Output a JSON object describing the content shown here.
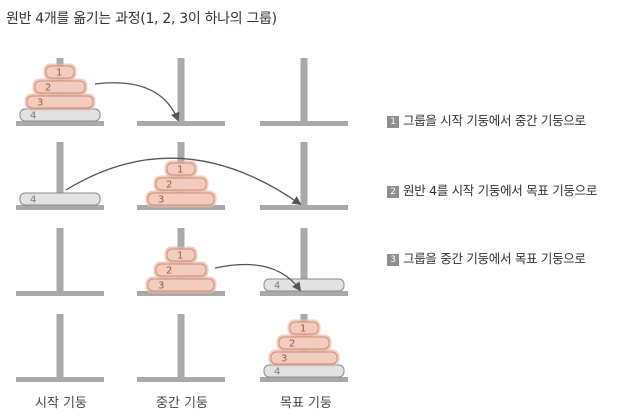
{
  "title": "원반 4개를 옮기는 과정(1, 2, 3이 하나의 그룹)",
  "columns": [
    "시작 기둥",
    "중간 기둥",
    "목표 기둥"
  ],
  "steps": [
    {
      "num": "1",
      "text": "그룹을 시작 기둥에서 중간 기둥으로"
    },
    {
      "num": "2",
      "text": "원반 4를 시작 기둥에서 목표 기둥으로"
    },
    {
      "num": "3",
      "text": "그룹을 중간 기둥에서 목표 기둥으로"
    }
  ],
  "disk_labels": [
    "1",
    "2",
    "3",
    "4"
  ],
  "colors": {
    "peg": "#a9a9a9",
    "disk_fill": "#f2cdbf",
    "disk_border": "#c98d77",
    "disk_halo": "#e8b9a7",
    "disk4_fill": "#e2e2e2",
    "disk4_border": "#8a8a8a",
    "arrow": "#555555",
    "step_badge": "#8f8f8f"
  }
}
